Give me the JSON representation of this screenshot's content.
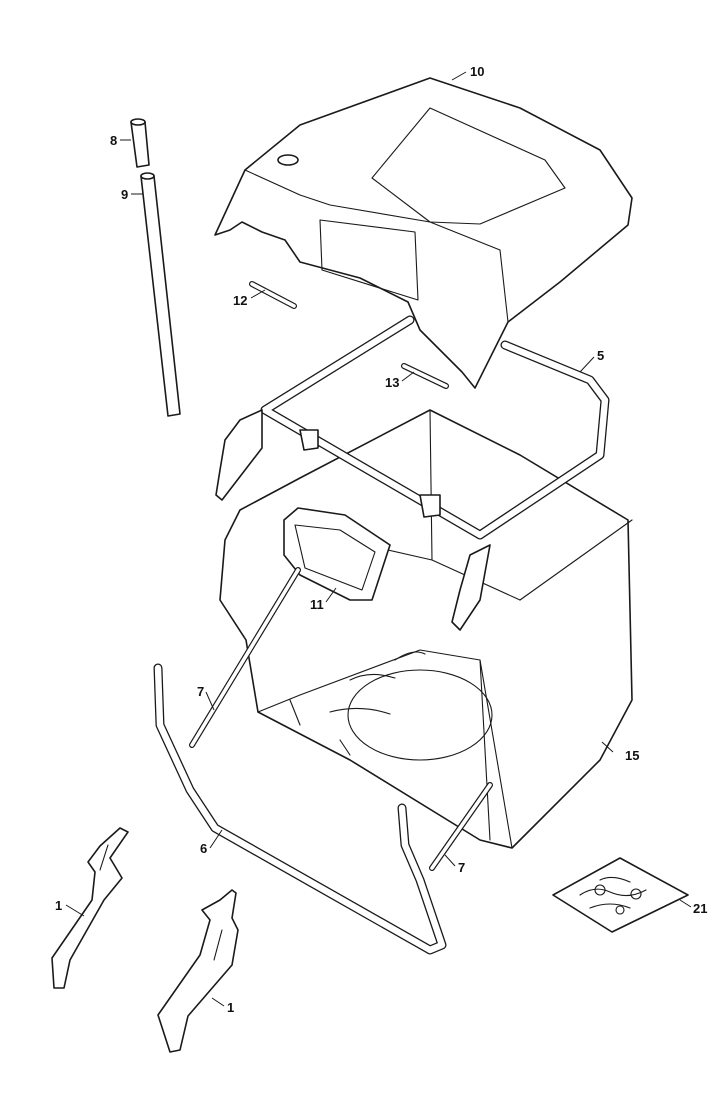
{
  "diagram": {
    "type": "exploded-parts-diagram",
    "parts": [
      {
        "id": "part-1a",
        "label": "1"
      },
      {
        "id": "part-1b",
        "label": "1"
      },
      {
        "id": "part-5",
        "label": "5"
      },
      {
        "id": "part-6",
        "label": "6"
      },
      {
        "id": "part-7a",
        "label": "7"
      },
      {
        "id": "part-7b",
        "label": "7"
      },
      {
        "id": "part-8",
        "label": "8"
      },
      {
        "id": "part-9",
        "label": "9"
      },
      {
        "id": "part-10",
        "label": "10"
      },
      {
        "id": "part-11",
        "label": "11"
      },
      {
        "id": "part-12",
        "label": "12"
      },
      {
        "id": "part-13",
        "label": "13"
      },
      {
        "id": "part-15",
        "label": "15"
      },
      {
        "id": "part-21",
        "label": "21"
      }
    ]
  }
}
